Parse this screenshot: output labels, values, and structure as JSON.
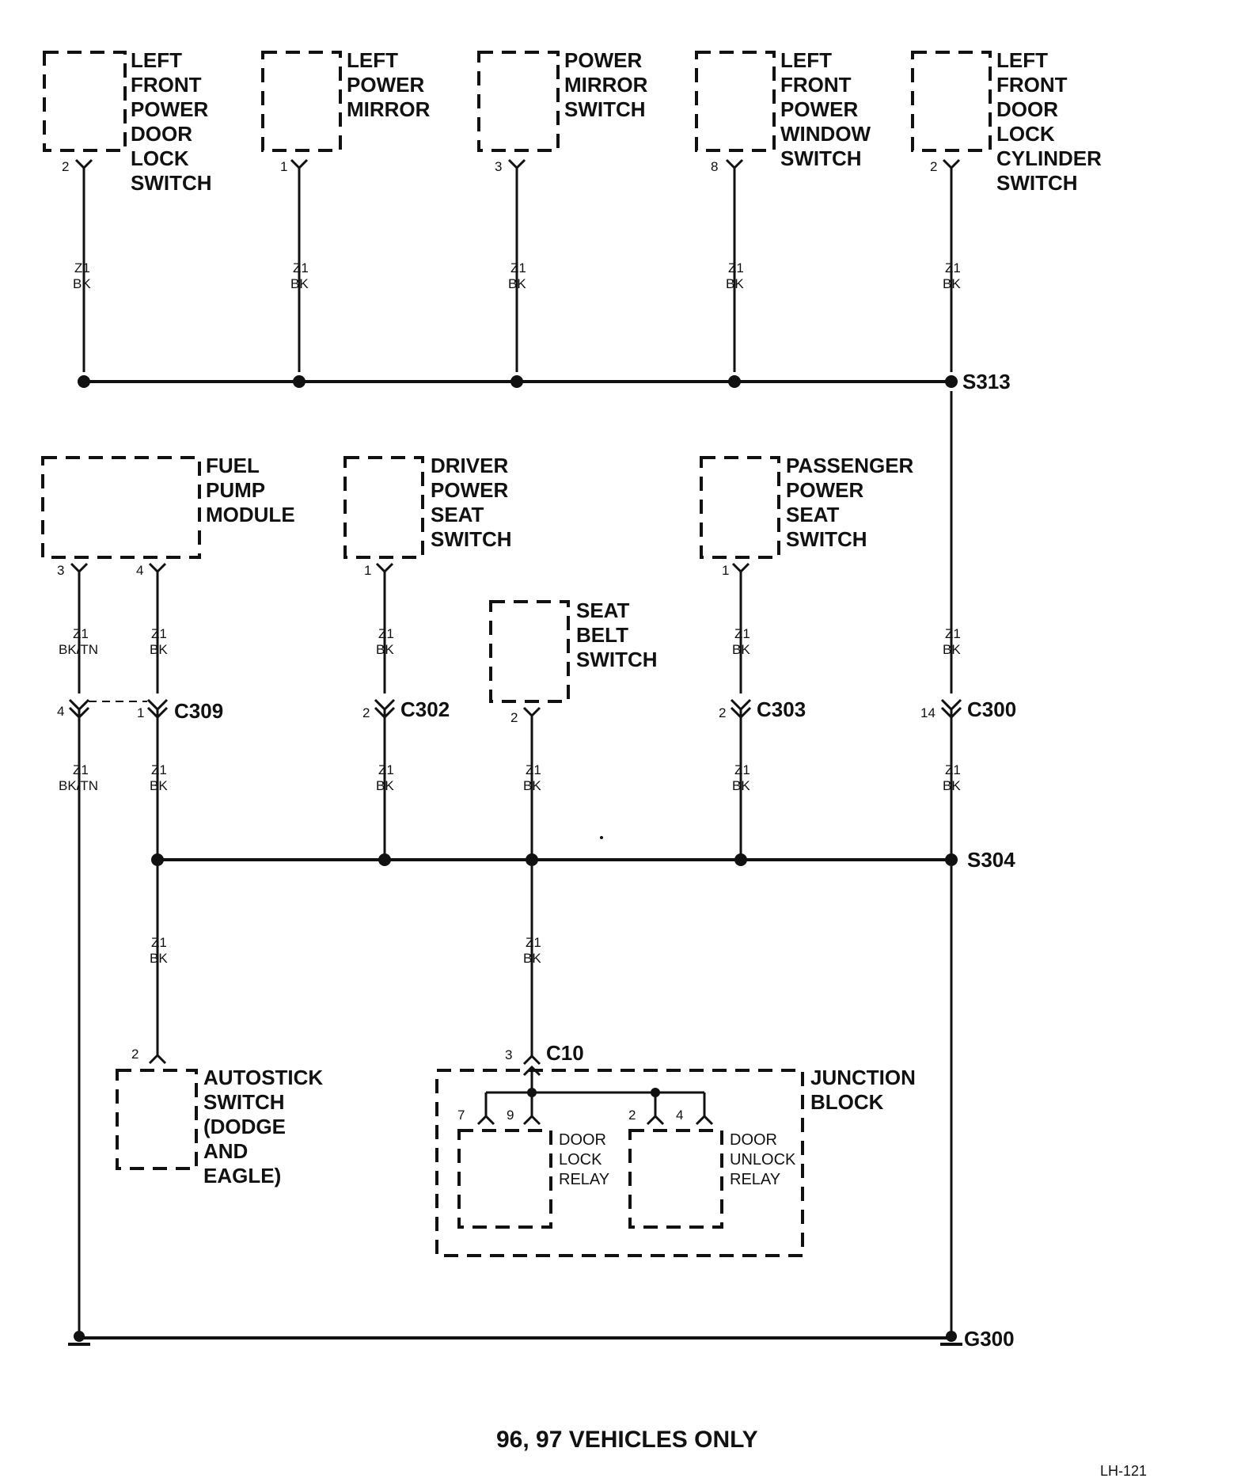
{
  "components": {
    "lf_door_lock_switch": [
      "LEFT",
      "FRONT",
      "POWER",
      "DOOR",
      "LOCK",
      "SWITCH"
    ],
    "left_power_mirror": [
      "LEFT",
      "POWER",
      "MIRROR"
    ],
    "power_mirror_switch": [
      "POWER",
      "MIRROR",
      "SWITCH"
    ],
    "lf_window_switch": [
      "LEFT",
      "FRONT",
      "POWER",
      "WINDOW",
      "SWITCH"
    ],
    "lf_door_lock_cylinder_switch": [
      "LEFT",
      "FRONT",
      "DOOR",
      "LOCK",
      "CYLINDER",
      "SWITCH"
    ],
    "fuel_pump_module": [
      "FUEL",
      "PUMP",
      "MODULE"
    ],
    "driver_power_seat_switch": [
      "DRIVER",
      "POWER",
      "SEAT",
      "SWITCH"
    ],
    "seat_belt_switch": [
      "SEAT",
      "BELT",
      "SWITCH"
    ],
    "passenger_power_seat_switch": [
      "PASSENGER",
      "POWER",
      "SEAT",
      "SWITCH"
    ],
    "autostick_switch": [
      "AUTOSTICK",
      "SWITCH",
      "(DODGE",
      "AND",
      "EAGLE)"
    ],
    "junction_block": [
      "JUNCTION",
      "BLOCK"
    ],
    "door_lock_relay": [
      "DOOR",
      "LOCK",
      "RELAY"
    ],
    "door_unlock_relay": [
      "DOOR",
      "UNLOCK",
      "RELAY"
    ]
  },
  "pins": {
    "lf_door_lock_switch": "2",
    "left_power_mirror": "1",
    "power_mirror_switch": "3",
    "lf_window_switch": "8",
    "lf_door_lock_cylinder_switch": "2",
    "fuel_pump_left": "3",
    "fuel_pump_right": "4",
    "driver_seat": "1",
    "passenger_seat": "1",
    "seat_belt": "2",
    "c309_left": "4",
    "c309_right": "1",
    "c302": "2",
    "c303": "2",
    "c300": "14",
    "autostick": "2",
    "c10": "3",
    "relay_7": "7",
    "relay_9": "9",
    "relay_2": "2",
    "relay_4": "4"
  },
  "wires": {
    "z1": "Z1",
    "bk": "BK",
    "bktn": "BK/TN"
  },
  "connectors": {
    "c309": "C309",
    "c302": "C302",
    "c303": "C303",
    "c300": "C300",
    "c10": "C10"
  },
  "splices": {
    "s313": "S313",
    "s304": "S304"
  },
  "ground": "G300",
  "footnote": "96, 97 VEHICLES ONLY",
  "page_code": "LH-121"
}
